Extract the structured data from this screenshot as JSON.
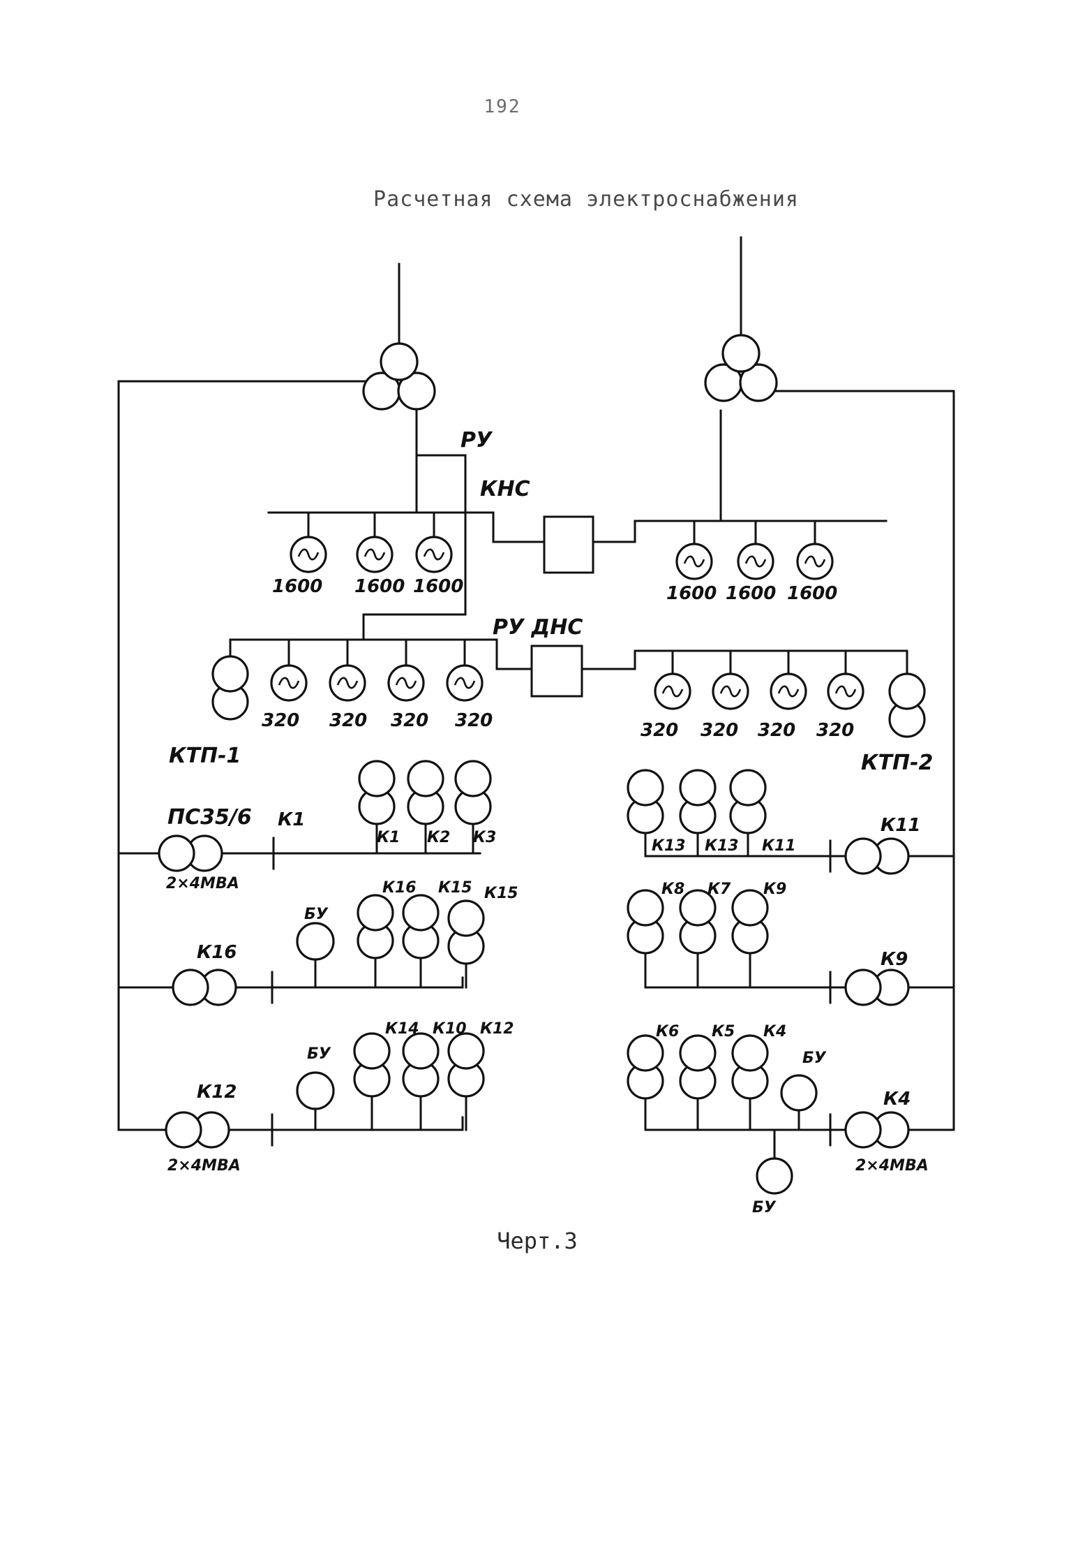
{
  "header": {
    "page_number": "192",
    "title": "Расчетная схема электроснабжения"
  },
  "caption": "Черт.3",
  "labels": {
    "ru_top": "РУ",
    "kns": "КНС",
    "ru_dns": "РУ ДНС",
    "gen_kns_left": [
      "1600",
      "1600",
      "1600"
    ],
    "gen_kns_right": [
      "1600",
      "1600",
      "1600"
    ],
    "gen_dns_left": [
      "320",
      "320",
      "320",
      "320"
    ],
    "gen_dns_right": [
      "320",
      "320",
      "320",
      "320"
    ],
    "ktp_1": "КТП-1",
    "ktp_2": "КТП-2",
    "ps": "ПС35/6",
    "k1_left": "К1",
    "row1_left_tr": [
      "К1",
      "К2",
      "К3"
    ],
    "row1_right_tr": [
      "К13",
      "К13",
      "К11"
    ],
    "k11_right": "К11",
    "capacity_ps": "2×4МВА",
    "k16_left": "К16",
    "bu_row2": "БУ",
    "row2_left_tr": [
      "К16",
      "К15",
      "К15"
    ],
    "row2_right_tr": [
      "К8",
      "К7",
      "К9"
    ],
    "k9_right": "К9",
    "k12_left": "К12",
    "capacity_k12": "2×4МВА",
    "bu_row3": "БУ",
    "row3_left_tr": [
      "К14",
      "К10",
      "К12"
    ],
    "row3_right_tr": [
      "К6",
      "К5",
      "К4"
    ],
    "bu_row3_right": "БУ",
    "k4_right": "К4",
    "capacity_k4": "2×4МВА",
    "bu_bottom": "БУ"
  }
}
